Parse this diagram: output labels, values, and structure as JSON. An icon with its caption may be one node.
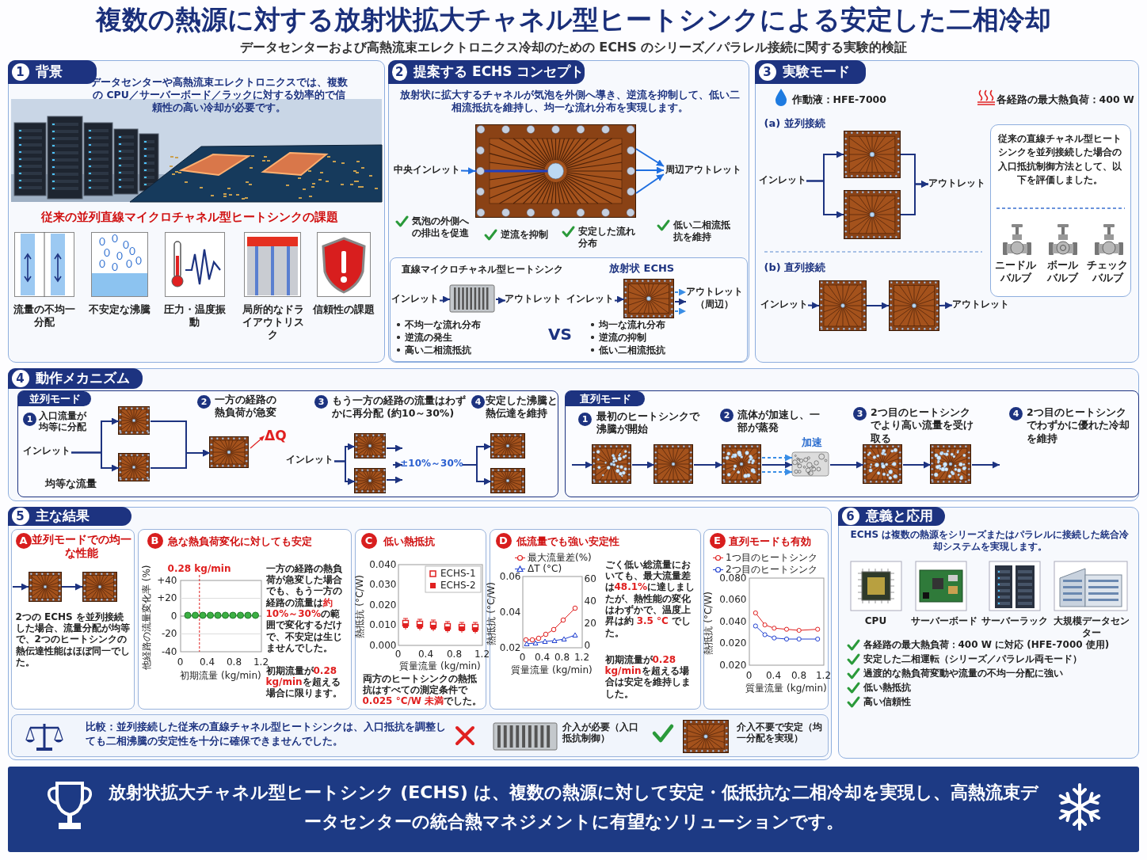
{
  "diagram": {
    "title": "複数の熱源に対する放射状拡大チャネル型ヒートシンクによる安定した二相冷却",
    "labels": [
      "データセンターおよび高熱流束エレクトロニクス冷却のための ECHS のシリーズ／パラレル接続に関する実験的検証"
    ],
    "nodes": [
      {
        "text": [
          "1",
          "背景",
          "データセンターや高熱流束エレクトロニクスでは、複数の CPU／サーバーボード／ラックに対する効率的で信頼性の高い冷却が必要です。",
          "従来の並列直線マイクロチャネル型ヒートシンクの課題",
          "流量の不均一分配",
          "不安定な沸騰",
          "圧力・温度振動",
          "局所的なドライアウトリスク",
          "信頼性の課題"
        ]
      },
      {
        "text": [
          "2",
          "提案する ECHS コンセプト",
          "放射状に拡大するチャネルが気泡を外側へ導き、逆流を抑制して、低い二相流抵抗を維持し、均一な流れ分布を実現します。",
          "気泡の外側への排出を促進",
          "逆流を抑制",
          "安定した流れ分布",
          "低い二相流抵抗を維持"
        ]
      },
      {
        "text": [
          "中央インレット"
        ],
        "in": 1
      },
      {
        "text": [],
        "shape": "picture",
        "in": 1
      },
      {
        "text": [
          "周辺アウトレット"
        ],
        "in": 1
      },
      {
        "text": [
          "直線マイクロチャネル型ヒートシンク",
          "放射状 ECHS",
          "不均一な流れ分布",
          "逆流の発生",
          "高い二相流抵抗",
          "VS",
          "均一な流れ分布",
          "逆流の抑制",
          "低い二相流抵抗"
        ],
        "in": 1
      },
      {
        "text": [
          "インレット"
        ],
        "in": 5
      },
      {
        "text": [],
        "shape": "picture",
        "in": 5
      },
      {
        "text": [
          "アウトレット"
        ],
        "in": 5
      },
      {
        "text": [
          "インレット"
        ],
        "in": 5
      },
      {
        "text": [],
        "shape": "picture",
        "in": 5
      },
      {
        "text": [
          "アウトレット（周辺）"
        ],
        "in": 5
      },
      {
        "text": [
          "3",
          "実験モード",
          "作動液：HFE-7000",
          "各経路の最大熱負荷：400 W",
          "(a) 並列接続",
          "(b) 直列接続"
        ]
      },
      {
        "text": [
          "インレット"
        ],
        "in": 12
      },
      {
        "text": [],
        "shape": "picture",
        "in": 12
      },
      {
        "text": [],
        "shape": "picture",
        "in": 12
      },
      {
        "text": [
          "アウトレット"
        ],
        "in": 12
      },
      {
        "text": [
          "インレット"
        ],
        "in": 12
      },
      {
        "text": [],
        "shape": "picture",
        "in": 12
      },
      {
        "text": [],
        "shape": "picture",
        "in": 12
      },
      {
        "text": [
          "アウトレット"
        ],
        "in": 12
      },
      {
        "text": [
          "従来の直線チャネル型ヒートシンクを並列接続した場合の入口抵抗制御方法として、以下を評価しました。",
          "ニードルバルブ",
          "ボールバルブ",
          "チェックバルブ"
        ],
        "in": 12
      },
      {
        "text": [
          "4",
          "動作メカニズム"
        ]
      },
      {
        "text": [
          "並列モード",
          "1",
          "入口流量が均等に分配",
          "均等な流量",
          "2",
          "一方の経路の熱負荷が急変",
          "ΔQ",
          "3",
          "もう一方の経路の流量はわずかに再分配 (約10～30%)",
          "4",
          "安定した沸騰と熱伝達を維持"
        ],
        "in": 22
      },
      {
        "text": [
          "インレット"
        ],
        "in": 23
      },
      {
        "text": [],
        "shape": "picture",
        "in": 23
      },
      {
        "text": [],
        "shape": "picture",
        "in": 23
      },
      {
        "text": [],
        "shape": "picture",
        "in": 23
      },
      {
        "text": [
          "インレット"
        ],
        "in": 23
      },
      {
        "text": [],
        "shape": "picture",
        "in": 23
      },
      {
        "text": [],
        "shape": "picture",
        "in": 23
      },
      {
        "text": [
          "±10%～30%"
        ],
        "in": 23
      },
      {
        "text": [],
        "shape": "picture",
        "in": 23
      },
      {
        "text": [],
        "shape": "picture",
        "in": 23
      },
      {
        "text": [
          "直列モード",
          "1",
          "最初のヒートシンクで沸騰が開始",
          "2",
          "流体が加速し、一部が蒸発",
          "加速",
          "3",
          "2つ目のヒートシンクでより高い流量を受け取る",
          "4",
          "2つ目のヒートシンクでわずかに優れた冷却を維持"
        ],
        "in": 22
      },
      {
        "text": [],
        "shape": "picture",
        "in": 34
      },
      {
        "text": [],
        "shape": "picture",
        "in": 34
      },
      {
        "text": [],
        "shape": "picture",
        "in": 34
      },
      {
        "text": [],
        "shape": "picture",
        "in": 34
      },
      {
        "text": [],
        "shape": "picture",
        "in": 34
      },
      {
        "text": [],
        "shape": "picture",
        "in": 34
      },
      {
        "text": [
          "5",
          "主な結果"
        ]
      },
      {
        "text": [
          "A",
          "並列モードでの均一な性能",
          "2つの ECHS を並列接続した場合、流量分配が均等で、2つのヒートシンクの熱伝達性能はほぼ同一でした。"
        ],
        "in": 41
      },
      {
        "text": [],
        "shape": "picture",
        "in": 42
      },
      {
        "text": [],
        "shape": "picture",
        "in": 42
      },
      {
        "text": [
          "B",
          "急な熱負荷変化に対しても安定",
          "0.28 kg/min",
          "+40",
          "+20",
          "0",
          "-20",
          "-40",
          "0",
          "0.4",
          "0.8",
          "1.2",
          "他経路の流量変化率 (%)",
          "初期流量 (kg/min)",
          "一方の経路の熱負荷が急変した場合でも、もう一方の経路の流量は**約10%～30%**の範囲で変化するだけで、不安定は生じませんでした。",
          "初期流量が**0.28 kg/min**を超える場合に限ります。"
        ],
        "in": 41
      },
      {
        "text": [
          "C",
          "低い熱抵抗",
          "0.040",
          "0.030",
          "0.020",
          "0.010",
          "0.000",
          "0",
          "0.4",
          "0.8",
          "1.2",
          "熱抵抗 (°C/W)",
          "質量流量 (kg/min)",
          "両方のヒートシンクの熱抵抗はすべての測定条件で**0.025 °C/W 未満**でした。"
        ],
        "in": 41
      },
      {
        "text": [
          "D",
          "低流量でも強い安定性",
          "0.06",
          "0.04",
          "0.02",
          "60",
          "40",
          "20",
          "0",
          "0",
          "0.4",
          "0.8",
          "1.2",
          "熱抵抗 (°C/W)",
          "質量流量 (kg/min)",
          "ごく低い総流量においても、最大流量差は**48.1%**に達しましたが、熱性能の変化はわずかで、温度上昇は約 **3.5 °C** でした。",
          "初期流量が**0.28 kg/min**を超える場合は安定を維持しました。"
        ],
        "in": 41
      },
      {
        "text": [
          "E",
          "直列モードも有効",
          "0.080",
          "0.060",
          "0.040",
          "0.020",
          "0.020",
          "0",
          "0.4",
          "0.8",
          "1.2",
          "熱抵抗 (°C/W)",
          "質量流量 (kg/min)"
        ],
        "in": 41
      },
      {
        "text": [
          "比較：並列接続した従来の直線チャネル型ヒートシンクは、入口抵抗を調整しても二相沸騰の安定性を十分に確保できませんでした。",
          "介入が必要（入口抵抗制御）",
          "介入不要で安定（均一分配を実現）"
        ],
        "in": 41
      },
      {
        "text": [
          "6",
          "意義と応用",
          "ECHS は複数の熱源をシリーズまたはパラレルに接続した統合冷却システムを実現します。",
          "CPU",
          "サーバーボード",
          "サーバーラック",
          "大規模データセンター",
          "各経路の最大熱負荷：400 W に対応 (HFE-7000 使用)",
          "安定した二相運転（シリーズ／パラレル両モード）",
          "過渡的な熱負荷変動や流量の不均一分配に強い",
          "低い熱抵抗",
          "高い信頼性"
        ]
      },
      {
        "text": [
          "放射状拡大チャネル型ヒートシンク (ECHS) は、複数の熱源に対して安定・低抵抗な二相冷却を実現し、高熱流束データセンターの統合熱マネジメントに有望なソリューションです。"
        ]
      }
    ],
    "edges": [
      {
        "from": 2,
        "to": 3,
        "arrow": "to",
        "color": "#1f6fe0"
      },
      {
        "from": 3,
        "to": 4,
        "arrow": "to",
        "color": "#1f6fe0"
      },
      {
        "from": 3,
        "to": 4,
        "arrow": "to",
        "color": "#1f6fe0"
      },
      {
        "from": 3,
        "to": 4,
        "arrow": "to",
        "color": "#1f6fe0"
      },
      {
        "from": 6,
        "to": 7,
        "arrow": "to"
      },
      {
        "from": 7,
        "to": 8,
        "arrow": "to"
      },
      {
        "from": 9,
        "to": 10,
        "arrow": "to"
      },
      {
        "from": 10,
        "to": 11,
        "arrow": "to",
        "style": "dashed",
        "color": "#3a8ee6"
      },
      {
        "from": 10,
        "to": 11,
        "arrow": "to"
      },
      {
        "from": 10,
        "to": 11,
        "arrow": "to",
        "style": "dashed",
        "color": "#3a8ee6"
      },
      {
        "from": 13,
        "to": 14,
        "arrow": "to"
      },
      {
        "from": 13,
        "to": 15,
        "arrow": "to"
      },
      {
        "from": 14,
        "to": 16,
        "arrow": "to"
      },
      {
        "from": 15,
        "to": 16,
        "arrow": "to"
      },
      {
        "from": 17,
        "to": 18,
        "arrow": "to"
      },
      {
        "from": 18,
        "to": 19,
        "arrow": "to"
      },
      {
        "from": 19,
        "to": 20,
        "arrow": "to"
      },
      {
        "from": 24,
        "to": 25,
        "arrow": "to"
      },
      {
        "from": 24,
        "to": 26,
        "arrow": "to"
      },
      {
        "from": 25,
        "to": 27,
        "arrow": "to"
      },
      {
        "from": 26,
        "to": 27,
        "arrow": "to"
      },
      {
        "from": 28,
        "to": 29,
        "arrow": "to"
      },
      {
        "from": 28,
        "to": 30,
        "arrow": "to"
      },
      {
        "from": 29,
        "to": 31,
        "arrow": "to"
      },
      {
        "from": 30,
        "to": 31,
        "arrow": "to"
      },
      {
        "from": null,
        "to": 31,
        "arrow": "to"
      },
      {
        "from": 31,
        "to": 32,
        "arrow": "to"
      },
      {
        "from": 31,
        "to": 33,
        "arrow": "to"
      },
      {
        "from": null,
        "to": 35,
        "arrow": "to"
      },
      {
        "from": 35,
        "to": 36,
        "arrow": "to"
      },
      {
        "from": 36,
        "to": 37,
        "arrow": "to"
      },
      {
        "from": 37,
        "to": 38,
        "arrow": "to",
        "style": "dashed",
        "color": "#3a8ee6"
      },
      {
        "from": 37,
        "to": 38,
        "arrow": "to"
      },
      {
        "from": 37,
        "to": 38,
        "arrow": "to",
        "style": "dashed",
        "color": "#3a8ee6"
      },
      {
        "from": 38,
        "to": 39,
        "arrow": "to"
      },
      {
        "from": 39,
        "to": 40,
        "arrow": "to"
      },
      {
        "from": 40,
        "to": null,
        "arrow": "to"
      },
      {
        "from": null,
        "to": 43,
        "arrow": "to"
      },
      {
        "from": 43,
        "to": 44,
        "arrow": "to"
      }
    ],
    "legend": [
      {
        "text": "ECHS-1"
      },
      {
        "text": "ECHS-2"
      },
      {
        "text": "最大流量差(%)"
      },
      {
        "text": "ΔT (°C)"
      },
      {
        "text": "1つ目のヒートシンク"
      },
      {
        "text": "2つ目のヒートシンク"
      }
    ]
  }
}
